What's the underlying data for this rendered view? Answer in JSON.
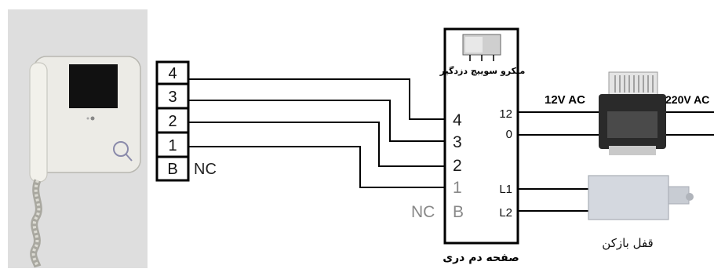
{
  "intercom_terminals": [
    "4",
    "3",
    "2",
    "1",
    "B"
  ],
  "intercom_nc_label": "NC",
  "door_panel": {
    "left_terminals": [
      "4",
      "3",
      "2",
      "1",
      "B"
    ],
    "left_nc_label": "NC",
    "right_terminals": [
      "12",
      "0",
      "L1",
      "L2"
    ],
    "microswitch_label": "میکرو سوییچ دزدگیر",
    "caption": "صفحه دم دری"
  },
  "transformer": {
    "output_label": "12V AC",
    "input_label": "220V AC"
  },
  "lock_label": "قفل بازکن",
  "colors": {
    "wire": "#000000",
    "background_panel": "#dddddd",
    "monitor_body": "#eeeeea",
    "screen": "#111111"
  }
}
